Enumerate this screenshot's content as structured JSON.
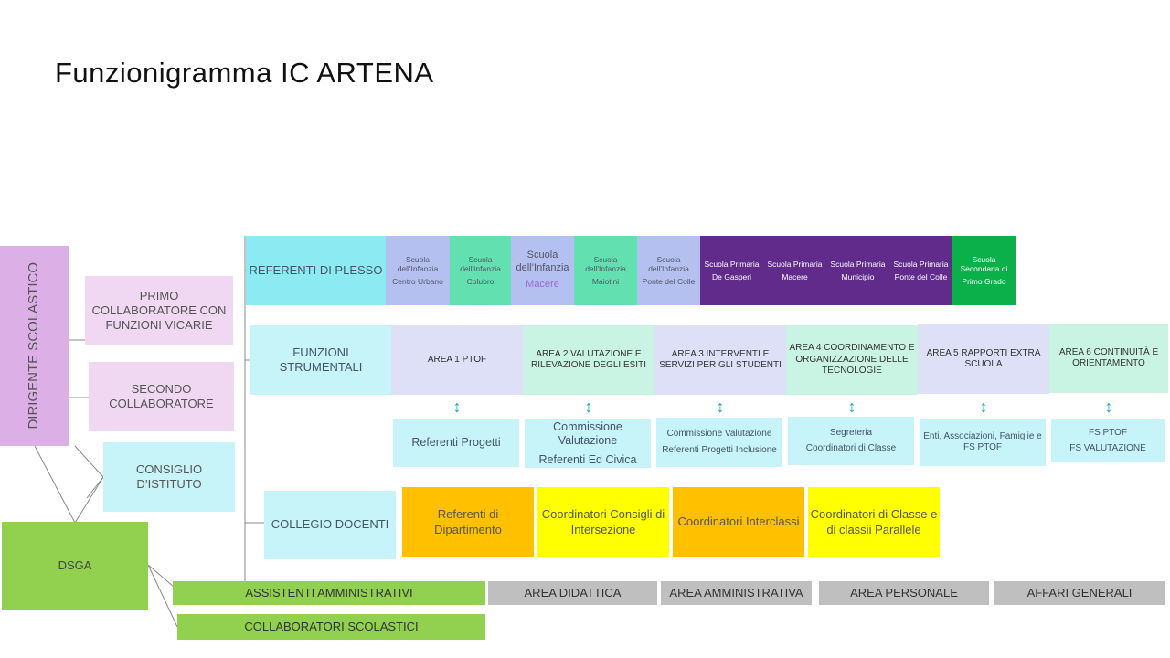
{
  "title": "Funzionigramma IC ARTENA",
  "left": {
    "dirigente": "DIRIGENTE SCOLASTICO",
    "primo": "PRIMO COLLABORATORE CON FUNZIONI VICARIE",
    "secondo": "SECONDO COLLABORATORE",
    "consiglio": "CONSIGLIO D’ISTITUTO",
    "dsga": "DSGA"
  },
  "plesso": {
    "label": "REFERENTI DI PLESSO",
    "schools": [
      {
        "l1": "Scuola dell'Infanzia",
        "l2": "Centro Urbano"
      },
      {
        "l1": "Scuola dell'Infanzia",
        "l2": "Colubro"
      },
      {
        "l1": "Scuola dell’Infanzia",
        "l2": "Macere"
      },
      {
        "l1": "Scuola dell'Infanzia",
        "l2": "Maiotini"
      },
      {
        "l1": "Scuola dell'Infanzia",
        "l2": "Ponte del Colle"
      },
      {
        "l1": "Scuola  Primaria",
        "l2": "De Gasperi"
      },
      {
        "l1": "Scuola  Primaria",
        "l2": "Macere"
      },
      {
        "l1": "Scuola  Primaria",
        "l2": "Municipio"
      },
      {
        "l1": "Scuola  Primaria",
        "l2": "Ponte del Colle"
      },
      {
        "l1": "Scuola Secondaria  di",
        "l2": "Primo Grado"
      }
    ]
  },
  "funzioni": {
    "label": "FUNZIONI STRUMENTALI",
    "areas": [
      {
        "name": "AREA 1 PTOF",
        "sub": "Referenti Progetti"
      },
      {
        "name": "AREA 2 VALUTAZIONE E RILEVAZIONE DEGLI ESITI",
        "sub": "Commissione Valutazione",
        "sub2": "Referenti Ed Civica"
      },
      {
        "name": "AREA 3 INTERVENTI E SERVIZI PER GLI STUDENTI",
        "sub": "Commissione Valutazione",
        "sub2": "Referenti Progetti Inclusione"
      },
      {
        "name": "AREA 4 COORDINAMENTO E ORGANIZZAZIONE DELLE TECNOLOGIE",
        "sub": "Segreteria",
        "sub2": "Coordinatori di Classe"
      },
      {
        "name": "AREA 5 RAPPORTI EXTRA SCUOLA",
        "sub": "Enti, Associazioni, Famiglie e FS PTOF"
      },
      {
        "name": "AREA  6 CONTINUITÀ E ORIENTAMENTO",
        "sub": "FS PTOF",
        "sub2": "FS VALUTAZIONE"
      }
    ]
  },
  "collegio": {
    "label": "COLLEGIO DOCENTI",
    "items": [
      "Referenti di Dipartimento",
      "Coordinatori Consigli di Intersezione",
      "Coordinatori Interclassi",
      "Coordinatori di Classe e di  classii Parallele"
    ]
  },
  "ata": {
    "assistenti": "ASSISTENTI AMMINISTRATIVI",
    "collaboratori": "COLLABORATORI SCOLASTICI",
    "areas": [
      "AREA DIDATTICA",
      "AREA AMMINISTRATIVA",
      "AREA PERSONALE",
      "AFFARI GENERALI"
    ]
  }
}
